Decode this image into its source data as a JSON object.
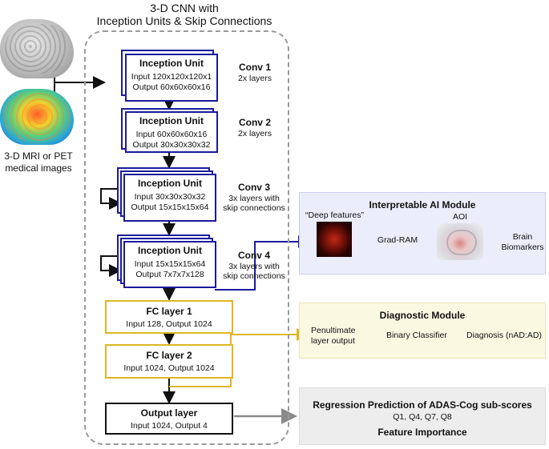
{
  "title": {
    "line1": "3-D CNN with",
    "line2": "Inception Units & Skip Connections"
  },
  "input_caption": {
    "line1": "3-D MRI or PET",
    "line2": "medical images"
  },
  "inception_units": [
    {
      "title": "Inception Unit",
      "input": "Input 120x120x120x1",
      "output": "Output 60x60x60x16",
      "conv": "Conv 1",
      "desc1": "2x layers",
      "desc2": ""
    },
    {
      "title": "Inception Unit",
      "input": "Input 60x60x60x16",
      "output": "Output 30x30x30x32",
      "conv": "Conv 2",
      "desc1": "2x layers",
      "desc2": ""
    },
    {
      "title": "Inception Unit",
      "input": "Input 30x30x30x32",
      "output": "Output 15x15x15x64",
      "conv": "Conv 3",
      "desc1": "3x layers with",
      "desc2": "skip connections"
    },
    {
      "title": "Inception Unit",
      "input": "Input 15x15x15x64",
      "output": "Output 7x7x7x128",
      "conv": "Conv 4",
      "desc1": "3x layers with",
      "desc2": "skip connections"
    }
  ],
  "fc_layers": [
    {
      "title": "FC layer 1",
      "io": "Input 128, Output 1024"
    },
    {
      "title": "FC layer 2",
      "io": "Input 1024, Output 1024"
    }
  ],
  "output_layer": {
    "title": "Output layer",
    "io": "Input 1024, Output 4"
  },
  "ai_module": {
    "title": "Interpretable AI Module",
    "deep_features": "“Deep features”",
    "grad_ram": "Grad-RAM",
    "aoi": "AOI",
    "brain1": "Brain",
    "brain2": "Biomarkers"
  },
  "diagnostic_module": {
    "title": "Diagnostic Module",
    "penultimate1": "Penultimate",
    "penultimate2": "layer output",
    "classifier": "Binary Classifier",
    "diagnosis": "Diagnosis (nAD:AD)"
  },
  "regression_module": {
    "title": "Regression Prediction of ADAS-Cog sub-scores",
    "scores": "Q1, Q4, Q7, Q8",
    "importance": "Feature Importance"
  },
  "colors": {
    "inception_border": "#1a1a9c",
    "fc_border": "#e0b623",
    "ai_bg": "#ebedfb",
    "diag_bg": "#fbf8e2",
    "reg_bg": "#ededed",
    "arrow": "#111111"
  }
}
